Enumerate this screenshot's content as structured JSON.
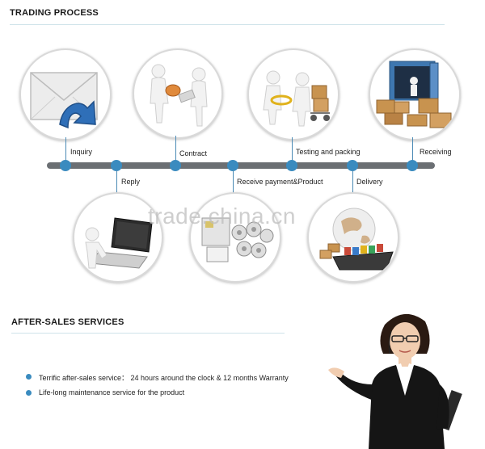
{
  "trading": {
    "title": "TRADING  PROCESS",
    "steps_top": [
      {
        "label": "Inquiry",
        "icon": "envelope-icon"
      },
      {
        "label": "Contract",
        "icon": "handshake-icon"
      },
      {
        "label": "Testing and packing",
        "icon": "packing-icon"
      },
      {
        "label": "Receiving",
        "icon": "container-icon"
      }
    ],
    "steps_bottom": [
      {
        "label": "Reply",
        "icon": "laptop-icon"
      },
      {
        "label": "Receive payment&Product",
        "icon": "machinery-icon"
      },
      {
        "label": "Delivery",
        "icon": "globe-ship-icon"
      }
    ]
  },
  "watermark": "trade.china.cn",
  "after_sales": {
    "title": "AFTER-SALES SERVICES",
    "items": [
      "Terrific after-sales service： 24 hours around the clock & 12 months Warranty",
      "Life-long maintenance service for the product"
    ]
  },
  "colors": {
    "accent": "#3a8bbf",
    "timeline": "#6b6f73",
    "rule": "#cfe3ea"
  }
}
